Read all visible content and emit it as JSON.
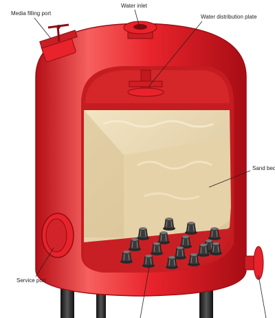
{
  "labels": {
    "media_filling_port": "Media filling port",
    "water_inlet": "Water inlet",
    "water_distribution_plate": "Water distribution plate",
    "sand_bed": "Sand bed",
    "service_port": "Service port"
  },
  "colors": {
    "vessel_red": "#e8232b",
    "vessel_dark": "#b50f17",
    "vessel_highlight": "#f6605e",
    "cavity": "#c51c21",
    "sand": "#eddcb6",
    "sand_shadow": "#cfb98f",
    "nozzle": "#3a3a3a",
    "legs": "#1c1c1c"
  },
  "counts": {
    "nozzles": 16
  }
}
